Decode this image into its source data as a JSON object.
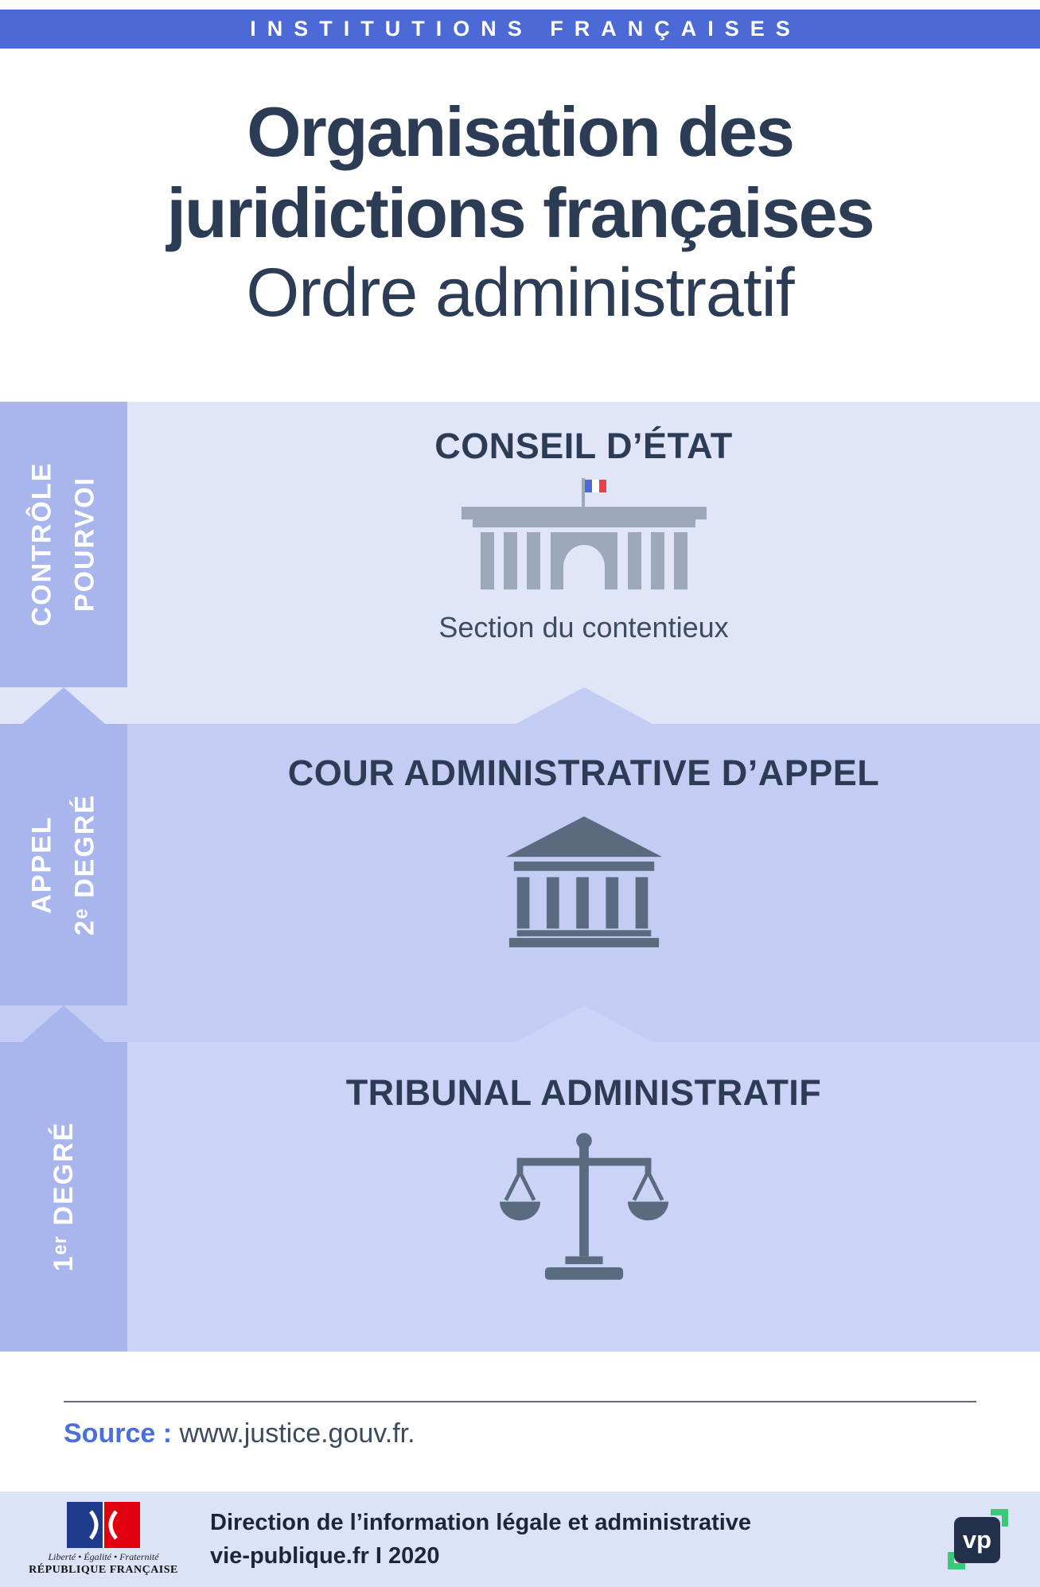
{
  "banner": {
    "label": "INSTITUTIONS FRANÇAISES"
  },
  "title": {
    "line1": "Organisation des",
    "line2": "juridictions françaises",
    "line3": "Ordre administratif"
  },
  "levels": [
    {
      "id": "conseil-detat",
      "sidebar_lines": [
        "CONTRÔLE",
        "POURVOI"
      ],
      "title": "CONSEIL D’ÉTAT",
      "caption": "Section du contentieux",
      "icon": "government-building-icon"
    },
    {
      "id": "cour-administrative-dappel",
      "sidebar_lines": [
        "APPEL",
        "2ᵉ DEGRÉ"
      ],
      "title": "COUR ADMINISTRATIVE D’APPEL",
      "icon": "courthouse-temple-icon"
    },
    {
      "id": "tribunal-administratif",
      "sidebar_lines": [
        "1ᵉʳ DEGRÉ"
      ],
      "title": "TRIBUNAL ADMINISTRATIF",
      "icon": "scales-of-justice-icon"
    }
  ],
  "source": {
    "label": "Source :",
    "url": "www.justice.gouv.fr."
  },
  "footer": {
    "republic_logo": {
      "motto": "Liberté • Égalité • Fraternité",
      "name": "RÉPUBLIQUE FRANÇAISE"
    },
    "credit_line1": "Direction de l’information légale et administrative",
    "credit_line2": "vie-publique.fr I 2020",
    "vp_label": "vp"
  },
  "colors": {
    "banner_blue": "#4b6ad6",
    "title_navy": "#2d3c55",
    "sidebar_periwinkle": "#a9b6ee",
    "level1_bg": "#e0e6f8",
    "level2_bg": "#c3cdf3",
    "level3_bg": "#cbd4f6",
    "icon_gray": "#9da9ba",
    "icon_slate": "#5b6b7f",
    "footer_bg": "#dde3f7",
    "vp_green": "#3bc878",
    "flag_blue": "#1e3a8a",
    "flag_red": "#e1000f"
  }
}
